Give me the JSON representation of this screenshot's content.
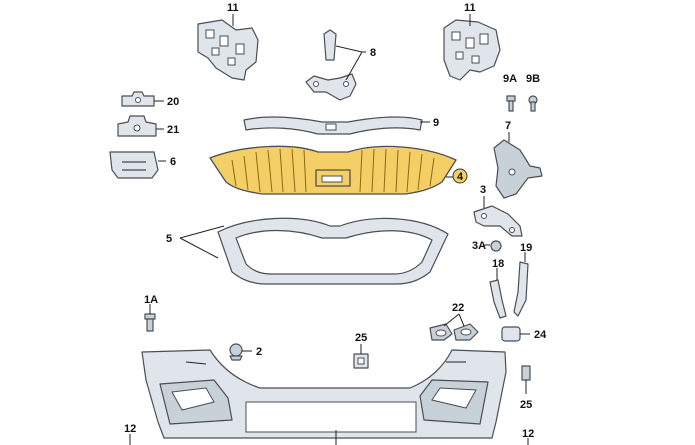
{
  "callouts": {
    "c11_left": "11",
    "c11_right": "11",
    "c8": "8",
    "c20": "20",
    "c21": "21",
    "c6": "6",
    "c9": "9",
    "c9a": "9A",
    "c9b": "9B",
    "c7": "7",
    "c4": "4",
    "c3": "3",
    "c5": "5",
    "c3a": "3A",
    "c19": "19",
    "c18": "18",
    "c1a": "1A",
    "c22": "22",
    "c24": "24",
    "c25_center": "25",
    "c2": "2",
    "c25_right": "25",
    "c12_left": "12",
    "c12_right": "12"
  },
  "colors": {
    "highlight": "#f3cf66",
    "part_fill": "#dfe5ea",
    "outline": "#4a4f55"
  }
}
